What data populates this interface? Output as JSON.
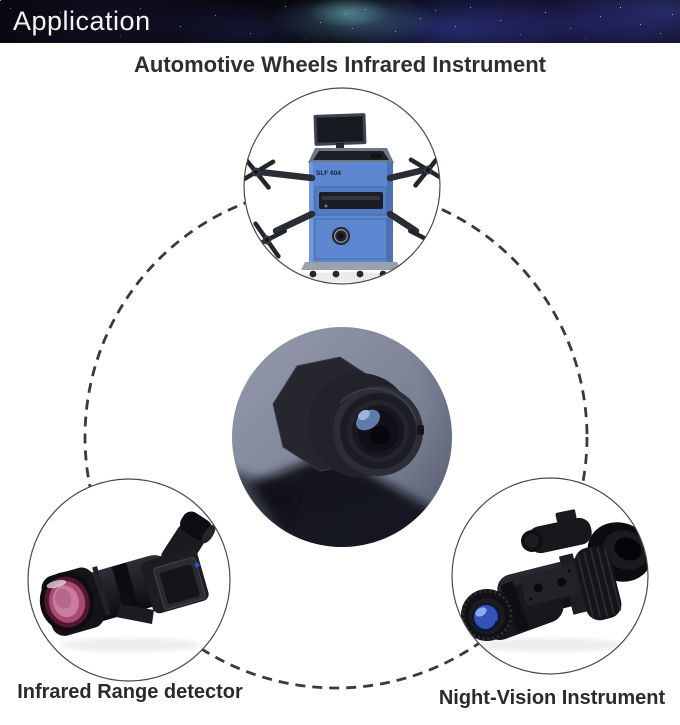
{
  "header": {
    "title": "Application"
  },
  "labels": {
    "top": "Automotive Wheels Infrared Instrument",
    "bottom_left": "Infrared Range detector",
    "bottom_right": "Night-Vision Instrument"
  },
  "machine": {
    "model_label": "SLF 604"
  },
  "images": {
    "top": "wheel-alignment-machine-photo",
    "center": "infrared-lens-photo",
    "bottom_left": "spotting-scope-photo",
    "bottom_right": "night-vision-monocular-photo"
  },
  "colors": {
    "banner_background": "#07070d",
    "nebula_blue": "#3d3f9e",
    "star_cyan": "#9fe8f5",
    "title_text": "#2e2e2e",
    "caption_text": "#2a2a2a",
    "dashed_circle": "#3a3a3e",
    "circle_outline": "#4a4a4e",
    "machine_blue": "#5d87d0",
    "center_photo_background": "#7b8196",
    "scope_lens_pink": "#c87d9e",
    "night_vision_lens_blue": "#3353b8"
  }
}
